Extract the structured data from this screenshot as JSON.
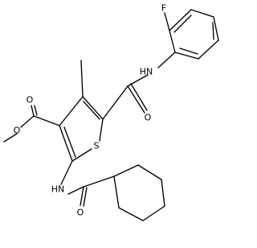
{
  "molecule": {
    "atoms": {
      "F": "F",
      "NH_amide_top": "HN",
      "O_amide_top": "O",
      "O_ester_carbonyl": "O",
      "O_ester_ether": "O",
      "S_ring": "S",
      "NH_amide_bottom": "HN",
      "O_amide_bottom": "O"
    },
    "colors": {
      "bond": "#000000",
      "label": "#000000",
      "background": "#ffffff"
    }
  }
}
